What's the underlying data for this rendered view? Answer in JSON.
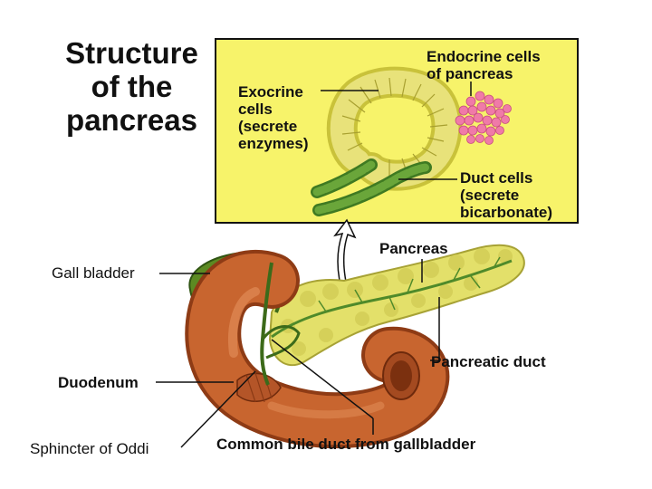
{
  "title": {
    "line1": "Structure",
    "line2": "of the",
    "line3": "pancreas"
  },
  "inset": {
    "background": "#f7f36a",
    "exocrine": {
      "line1": "Exocrine",
      "line2": "cells",
      "line3": "(secrete",
      "line4": "enzymes)"
    },
    "endocrine": {
      "line1": "Endocrine cells",
      "line2": "of pancreas"
    },
    "duct": {
      "line1": "Duct cells",
      "line2": "(secrete",
      "line3": "bicarbonate)"
    }
  },
  "labels": {
    "pancreas": "Pancreas",
    "gall_bladder": "Gall bladder",
    "duodenum": "Duodenum",
    "pancreatic_duct": "Pancreatic duct",
    "sphincter": "Sphincter of Oddi",
    "common_bile_duct": "Common bile duct from gallbladder"
  },
  "colors": {
    "pancreas": "#e3e06a",
    "duodenum": "#c8652f",
    "gall_bladder": "#5c8a22",
    "ducts": "#4f8a2a",
    "endocrine": "#f07aa8"
  }
}
